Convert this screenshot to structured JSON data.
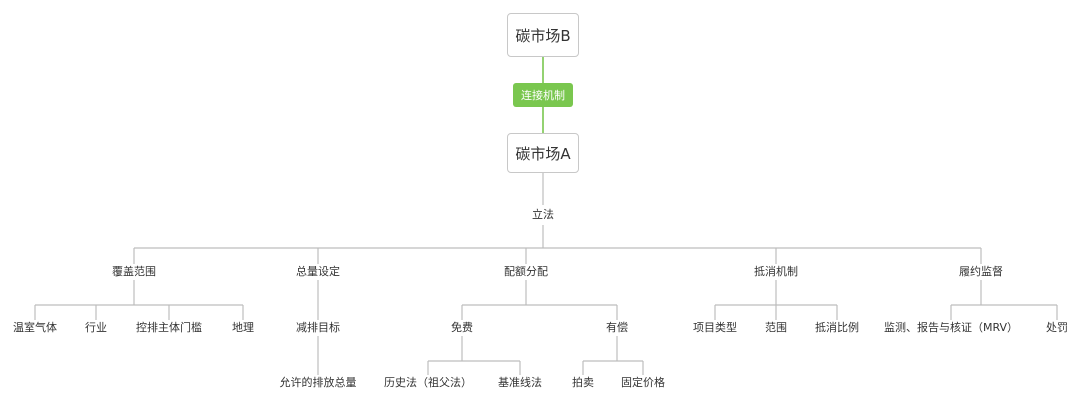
{
  "root": {
    "market_b": "碳市场B",
    "link": "连接机制",
    "market_a": "碳市场A",
    "law": "立法"
  },
  "branches": {
    "coverage": {
      "label": "覆盖范围",
      "children": [
        "温室气体",
        "行业",
        "控排主体门槛",
        "地理"
      ]
    },
    "cap": {
      "label": "总量设定",
      "target": "减排目标",
      "allowed": "允许的排放总量"
    },
    "allocation": {
      "label": "配额分配",
      "free": {
        "label": "免费",
        "children": [
          "历史法（祖父法）",
          "基准线法"
        ]
      },
      "paid": {
        "label": "有偿",
        "children": [
          "拍卖",
          "固定价格"
        ]
      }
    },
    "offset": {
      "label": "抵消机制",
      "children": [
        "项目类型",
        "范围",
        "抵消比例"
      ]
    },
    "compliance": {
      "label": "履约监督",
      "children": [
        "监测、报告与核证（MRV）",
        "处罚"
      ]
    }
  },
  "colors": {
    "line": "#bdbdbd",
    "link_line": "#7ac74f",
    "tag": "#7ac74f"
  }
}
